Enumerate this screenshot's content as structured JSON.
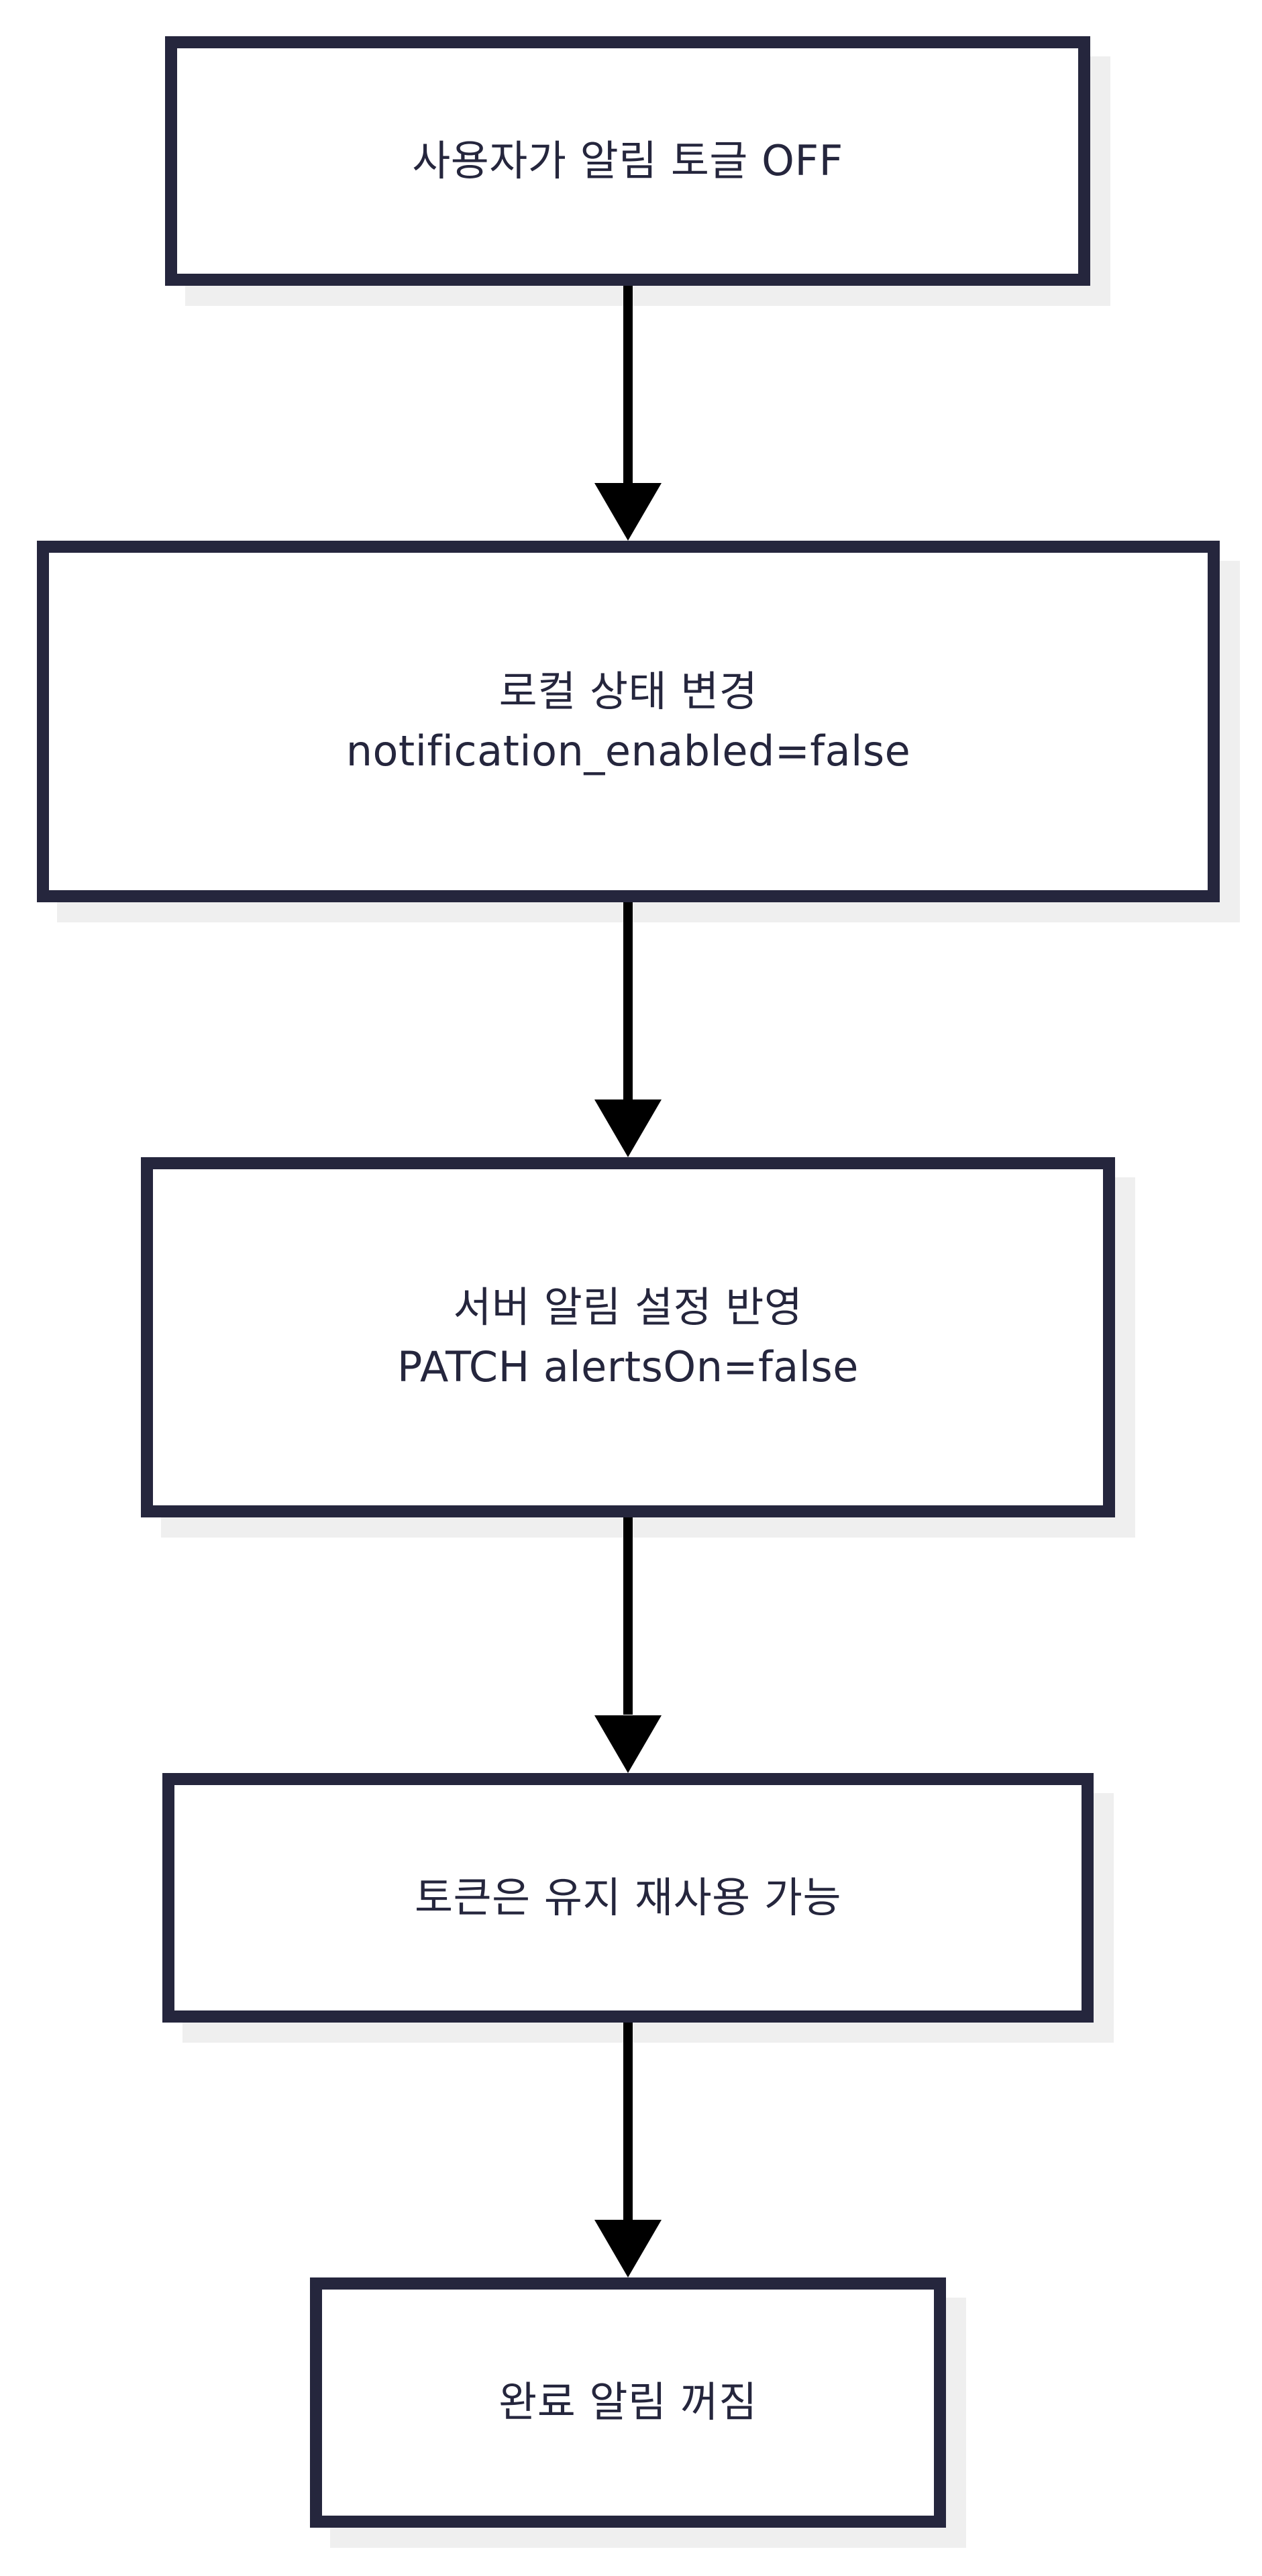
{
  "diagram": {
    "type": "flowchart",
    "direction": "top-to-bottom",
    "title": "",
    "colors": {
      "node_border": "#25263d",
      "node_fill": "#ffffff",
      "node_text": "#25263d",
      "edge": "#000000",
      "shadow": "#efefef",
      "background": "#ffffff"
    },
    "nodes": [
      {
        "id": "node-0",
        "name": "user-toggles-notification-off",
        "line1": "사용자가 알림 토글 OFF",
        "line2": ""
      },
      {
        "id": "node-1",
        "name": "local-state-change",
        "line1": "로컬 상태 변경",
        "line2": "notification_enabled=false"
      },
      {
        "id": "node-2",
        "name": "server-alert-setting-applied",
        "line1": "서버 알림 설정 반영",
        "line2": "PATCH alertsOn=false"
      },
      {
        "id": "node-3",
        "name": "token-retained-reusable",
        "line1": "토큰은 유지 재사용 가능",
        "line2": ""
      },
      {
        "id": "node-4",
        "name": "complete-notification-off",
        "line1": "완료 알림 꺼짐",
        "line2": ""
      }
    ],
    "edges": [
      {
        "id": "arrow-0",
        "name": "edge-node0-to-node1",
        "from": "node-0",
        "to": "node-1",
        "label": ""
      },
      {
        "id": "arrow-1",
        "name": "edge-node1-to-node2",
        "from": "node-1",
        "to": "node-2",
        "label": ""
      },
      {
        "id": "arrow-2",
        "name": "edge-node2-to-node3",
        "from": "node-2",
        "to": "node-3",
        "label": ""
      },
      {
        "id": "arrow-3",
        "name": "edge-node3-to-node4",
        "from": "node-3",
        "to": "node-4",
        "label": ""
      }
    ]
  }
}
